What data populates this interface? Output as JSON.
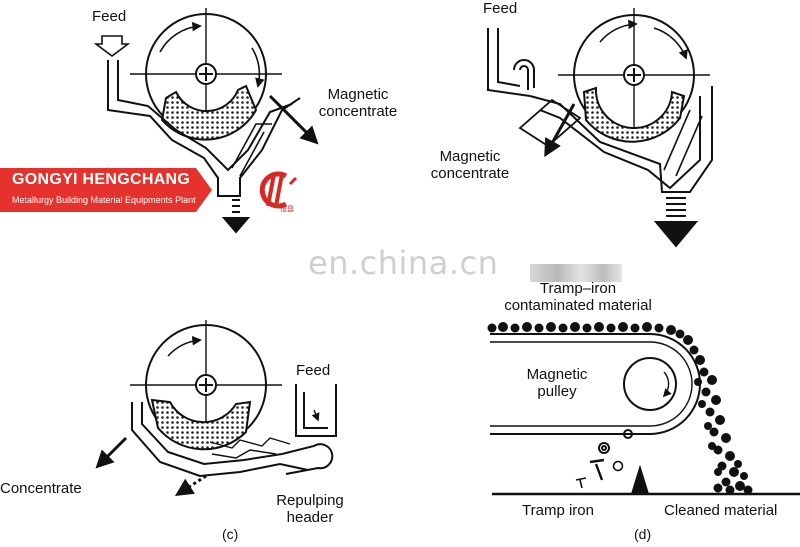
{
  "watermark": "en.china.cn",
  "banner": {
    "title": "GONGYI HENGCHANG",
    "subtitle": "Metallurgy Building Material Equipments Plant",
    "logo_text": "恒昌",
    "accent": "#e5322d"
  },
  "panel_a": {
    "feed_label": "Feed",
    "output_label_line1": "Magnetic",
    "output_label_line2": "concentrate"
  },
  "panel_b": {
    "feed_label": "Feed",
    "output_label_line1": "Magnetic",
    "output_label_line2": "concentrate"
  },
  "panel_c": {
    "feed_label": "Feed",
    "concentrate_label": "Concentrate",
    "header_label_line1": "Repulping",
    "header_label_line2": "header",
    "caption": "(c)"
  },
  "panel_d": {
    "material_line1": "Tramp–iron",
    "material_line2": "contaminated material",
    "pulley_line1": "Magnetic",
    "pulley_line2": "pulley",
    "tramp_label": "Tramp iron",
    "cleaned_label": "Cleaned material",
    "caption": "(d)"
  }
}
